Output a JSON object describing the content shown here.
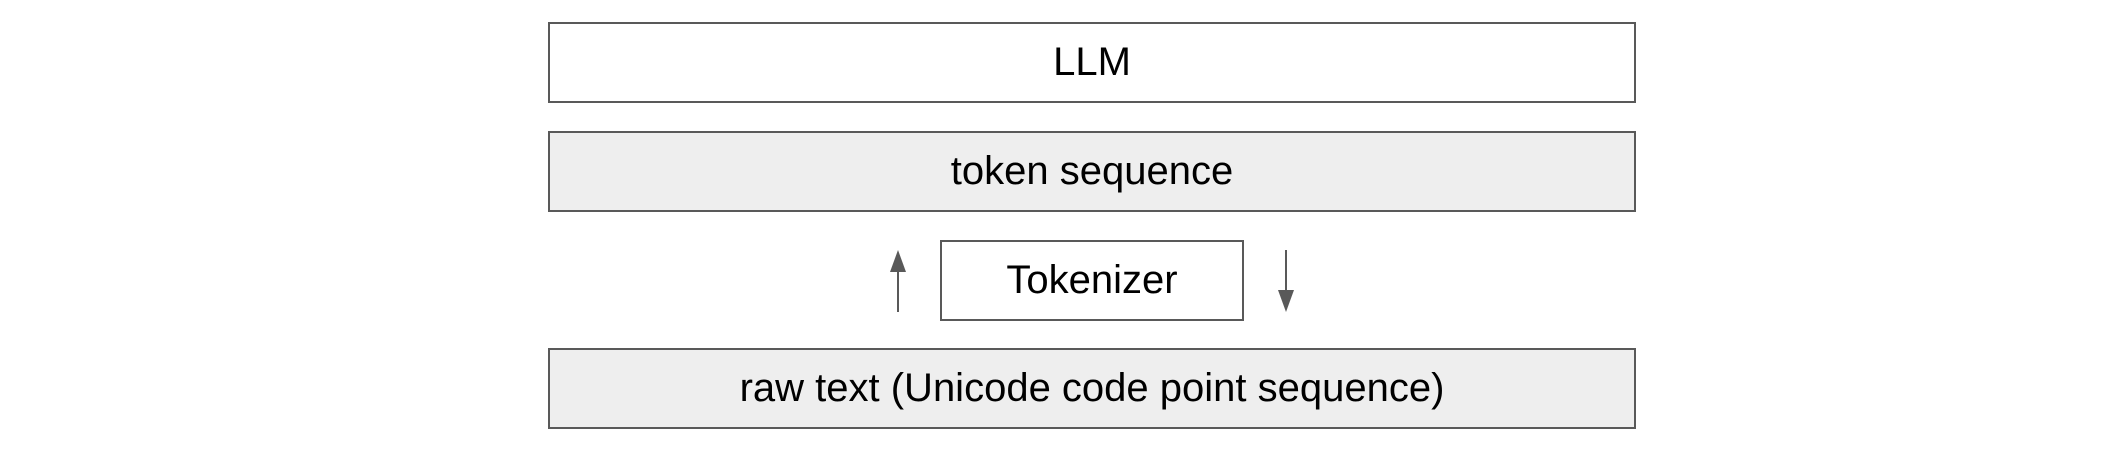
{
  "diagram": {
    "nodes": {
      "llm": {
        "label": "LLM",
        "fill": "#ffffff"
      },
      "token_sequence": {
        "label": "token sequence",
        "fill": "#eeeeee"
      },
      "tokenizer": {
        "label": "Tokenizer",
        "fill": "#ffffff"
      },
      "raw_text": {
        "label": "raw text (Unicode code point sequence)",
        "fill": "#eeeeee"
      }
    },
    "edges": [
      {
        "from": "raw_text",
        "to": "token_sequence",
        "direction": "up"
      },
      {
        "from": "token_sequence",
        "to": "raw_text",
        "direction": "down"
      }
    ],
    "colors": {
      "border": "#595959",
      "arrow": "#595959",
      "text": "#000000"
    }
  }
}
